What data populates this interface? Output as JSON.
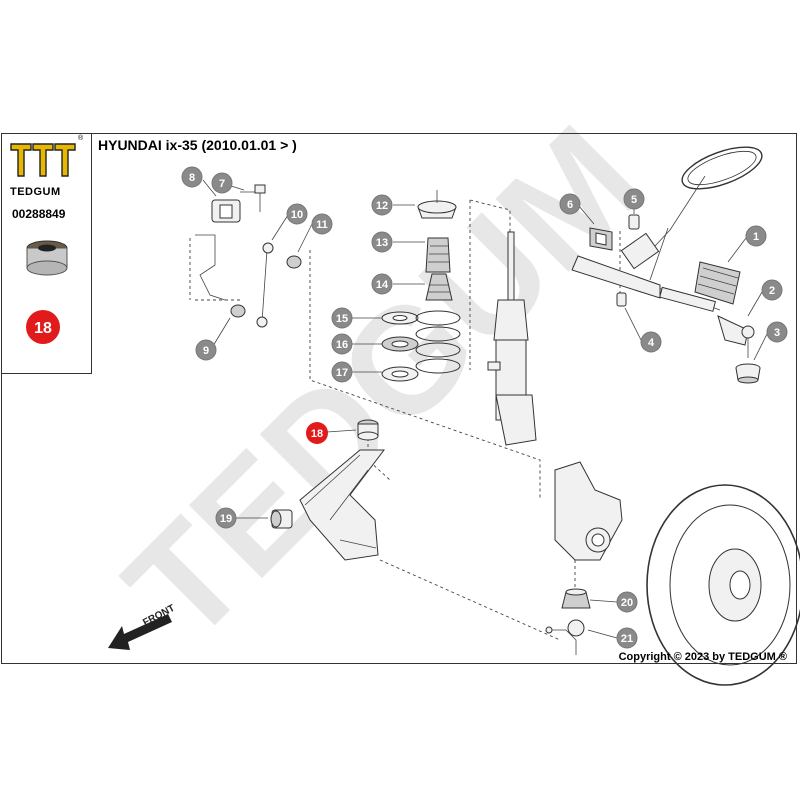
{
  "header": {
    "title": "HYUNDAI ix-35  (2010.01.01 > )"
  },
  "brand": {
    "name": "TEDGUM",
    "registered": "®",
    "watermark": "TEDGUM",
    "red": "#e11b1b"
  },
  "product": {
    "part_number": "00288849",
    "highlighted_position": "18"
  },
  "diagram": {
    "front_label": "FRONT",
    "callouts": [
      "1",
      "2",
      "3",
      "4",
      "5",
      "6",
      "7",
      "8",
      "9",
      "10",
      "11",
      "12",
      "13",
      "14",
      "15",
      "16",
      "17",
      "18",
      "19",
      "20",
      "21"
    ]
  },
  "footer": {
    "copyright": "Copyright © 2023 by TEDGUM ®"
  }
}
